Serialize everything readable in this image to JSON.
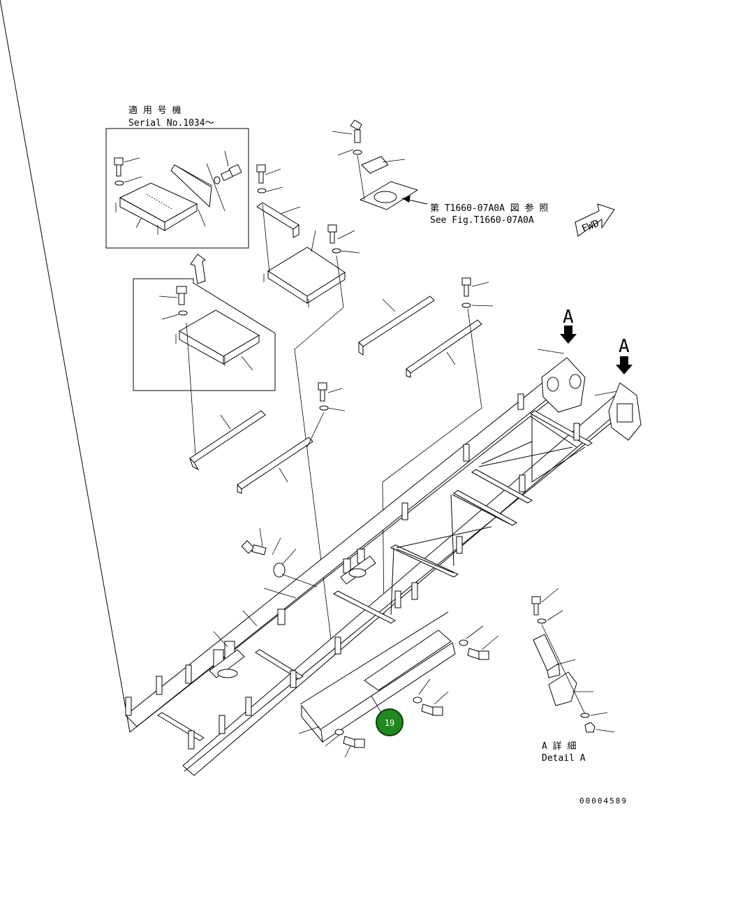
{
  "labels": {
    "serial_jp": "適 用 号 機",
    "serial_en": "Serial No.1034～",
    "ref_jp": "第 T1660-07A0A 図 参 照",
    "ref_en": "See Fig.T1660-07A0A",
    "fwd": "FWD",
    "view_a_1": "A",
    "view_a_2": "A",
    "detail_jp": "A 詳 細",
    "detail_en": "Detail A",
    "drawing_no": "00004589",
    "callout_19": "19"
  },
  "colors": {
    "line": "#000000",
    "background": "#ffffff",
    "callout_fill": "#1f8a1f",
    "callout_ring": "#0b3d0b",
    "callout_text": "#ffffff"
  }
}
